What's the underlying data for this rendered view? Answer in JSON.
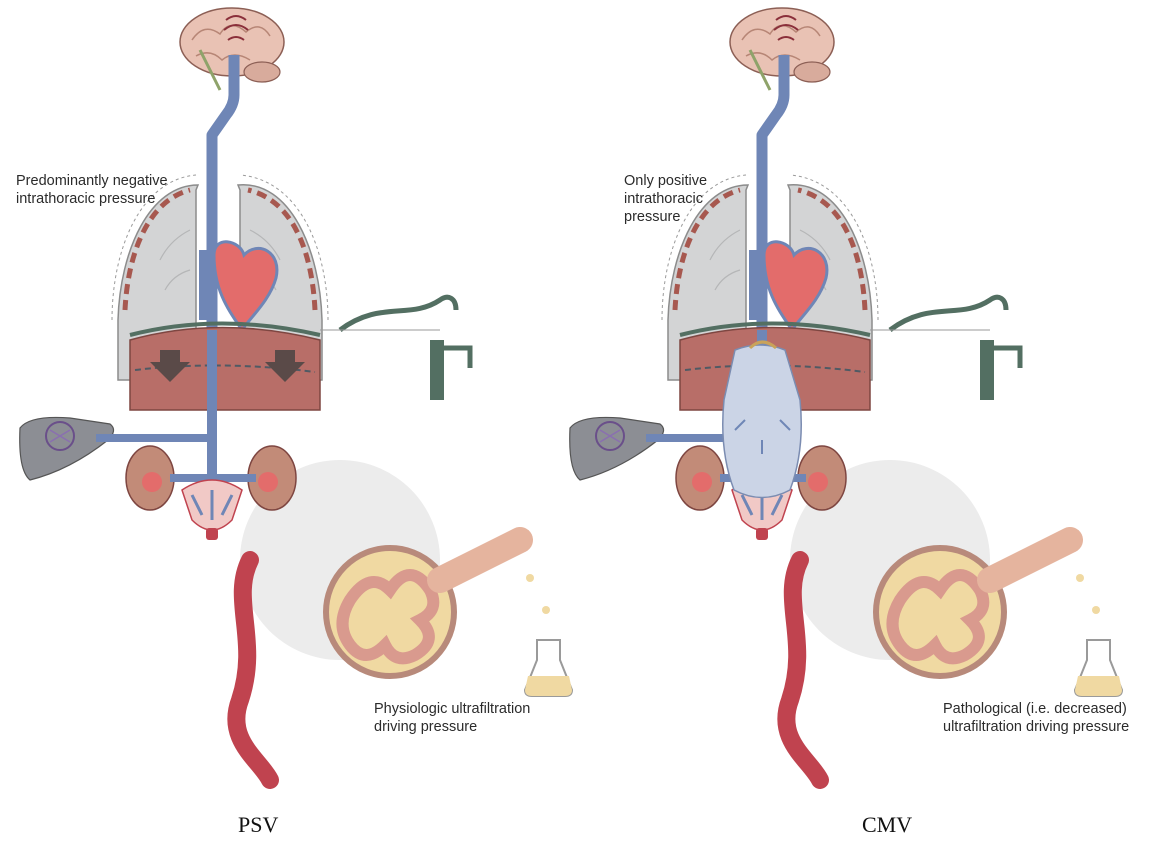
{
  "panels": [
    {
      "id": "psv",
      "caption": "PSV",
      "thoracic_label": [
        "Predominantly negative",
        "intrathoracic pressure"
      ],
      "filtration_label": [
        "Physiologic ultrafiltration",
        "driving pressure"
      ]
    },
    {
      "id": "cmv",
      "caption": "CMV",
      "thoracic_label": [
        "Only positive",
        "intrathoracic",
        "pressure"
      ],
      "filtration_label": [
        "Pathological (i.e.  decreased)",
        "ultrafiltration driving pressure"
      ]
    }
  ],
  "colors": {
    "vein": "#6f86b6",
    "artery": "#c0434f",
    "lung": "#d3d4d5",
    "diaphragm": "#b86e68",
    "pump": "#536f62",
    "brain": "#e9c2b4",
    "tubule": "#d99a8e",
    "filtrate_normal": "#f0d9a2",
    "filtrate_low": "#f3dfb8"
  }
}
